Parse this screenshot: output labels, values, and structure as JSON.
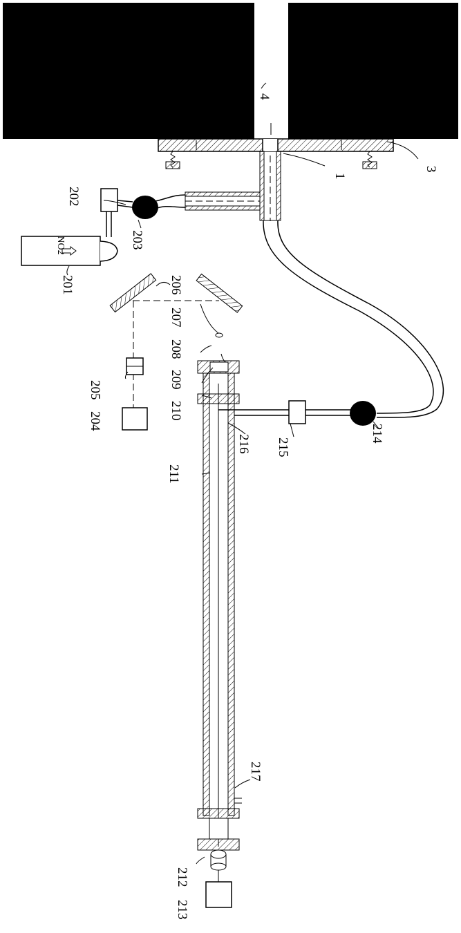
{
  "labels": {
    "l1": "1",
    "l3": "3",
    "l4": "4",
    "l201": "201",
    "l202": "202",
    "l203": "203",
    "l204": "204",
    "l205": "205",
    "l206": "206",
    "l207": "207",
    "l208": "208",
    "l209": "209",
    "l210": "210",
    "l211": "211",
    "l212": "212",
    "l213": "213",
    "l214": "214",
    "l215": "215",
    "l216": "216",
    "l217": "217"
  },
  "cylinder_text": "NO2",
  "colors": {
    "ink": "#000000",
    "paper": "#ffffff"
  }
}
